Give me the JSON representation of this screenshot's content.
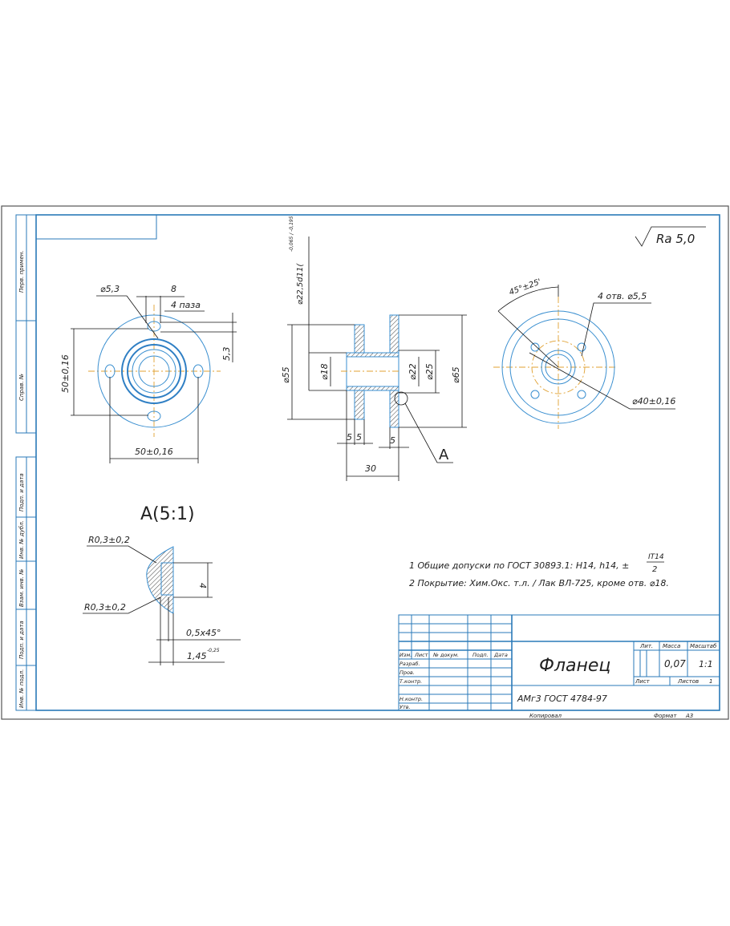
{
  "side_strip": {
    "top": [
      "Перв. примен.",
      "Справ. №"
    ],
    "bottom": [
      "Подп. и дата",
      "Инв. № дубл.",
      "Взам. инв. №",
      "Подп. и дата",
      "Инв. № подл."
    ]
  },
  "roughness": "Ra 5,0",
  "front_view": {
    "d_slot": "⌀5,3",
    "slot_width": "8",
    "slot_count": "4 паза",
    "slot_depth": "5,3",
    "vertical": "50±0,16",
    "horizontal": "50±0,16"
  },
  "section_view": {
    "d_top": "⌀22,5d11(",
    "d_top_tol": "-0,065 / -0,195",
    "d55": "⌀55",
    "d18": "⌀18",
    "d22": "⌀22",
    "d25": "⌀25",
    "d65": "⌀65",
    "w5a": "5",
    "w5b": "5",
    "w5c": "5",
    "len": "30",
    "callout": "A"
  },
  "right_view": {
    "angle": "45°±25'",
    "holes": "4 отв. ⌀5,5",
    "pcd": "⌀40±0,16"
  },
  "detail": {
    "title": "A(5:1)",
    "r1": "R0,3±0,2",
    "r2": "R0,3±0,2",
    "h": "4",
    "chamfer": "0,5x45°",
    "thick": "1,45",
    "thick_tol": "-0,25"
  },
  "notes": {
    "n1": "1 Общие допуски по ГОСТ 30893.1: H14, h14, ±",
    "n1_num": "IT14",
    "n1_den": "2",
    "n2": "2 Покрытие: Хим.Окс. т.л. / Лак ВЛ-725, кроме отв. ⌀18."
  },
  "title_block": {
    "col_headers": [
      "Изм.",
      "Лист",
      "№ докум.",
      "Подп.",
      "Дата"
    ],
    "rows": [
      "Разраб.",
      "Пров.",
      "Т.контр.",
      "",
      "Н.контр.",
      "Утв."
    ],
    "name": "Фланец",
    "material": "АМг3 ГОСТ 4784-97",
    "lit_label": "Лит.",
    "mass_label": "Масса",
    "scale_label": "Масштаб",
    "mass": "0,07",
    "scale": "1:1",
    "sheet_label": "Лист",
    "sheets_label": "Листов",
    "sheets": "1",
    "copied": "Копировал",
    "format_label": "Формат",
    "format": "A3"
  }
}
